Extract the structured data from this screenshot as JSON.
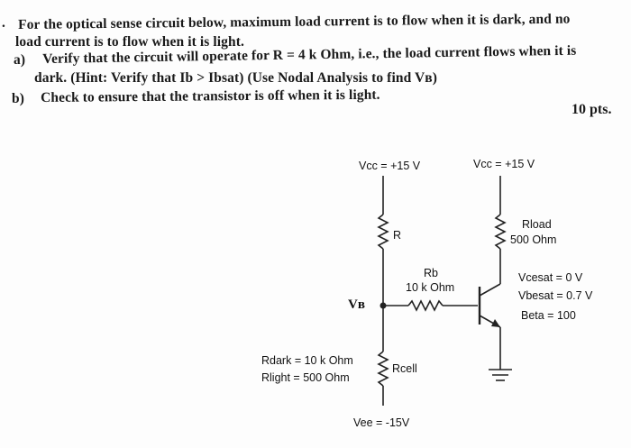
{
  "question": {
    "bullet": ".",
    "line1": "For the optical sense circuit below, maximum load current is to flow when it is dark, and no",
    "line2": "load current is to flow when it is light.",
    "part_a_label": "a)",
    "part_a_line1": "Verify that the circuit will operate for R = 4 k Ohm, i.e., the load current flows when it is",
    "part_a_line2": "dark. (Hint: Verify that Ib > Ibsat) (Use Nodal Analysis to find Vʙ)",
    "part_b_label": "b)",
    "part_b_line1": "Check to ensure that the transistor is off when it is light.",
    "points": "10 pts."
  },
  "circuit": {
    "vcc_left": "Vcc = +15 V",
    "vcc_right": "Vcc = +15 V",
    "r_label": "R",
    "rload_label": "Rload",
    "rload_value": "500 Ohm",
    "rb_label": "Rb",
    "rb_value": "10 k Ohm",
    "vb_label": "Vʙ",
    "vcesat": "Vcesat = 0 V",
    "vbesat": "Vbesat = 0.7 V",
    "beta": "Beta = 100",
    "rdark": "Rdark = 10 k Ohm",
    "rlight": "Rlight = 500 Ohm",
    "rcell_label": "Rcell",
    "vee": "Vee = -15V"
  }
}
